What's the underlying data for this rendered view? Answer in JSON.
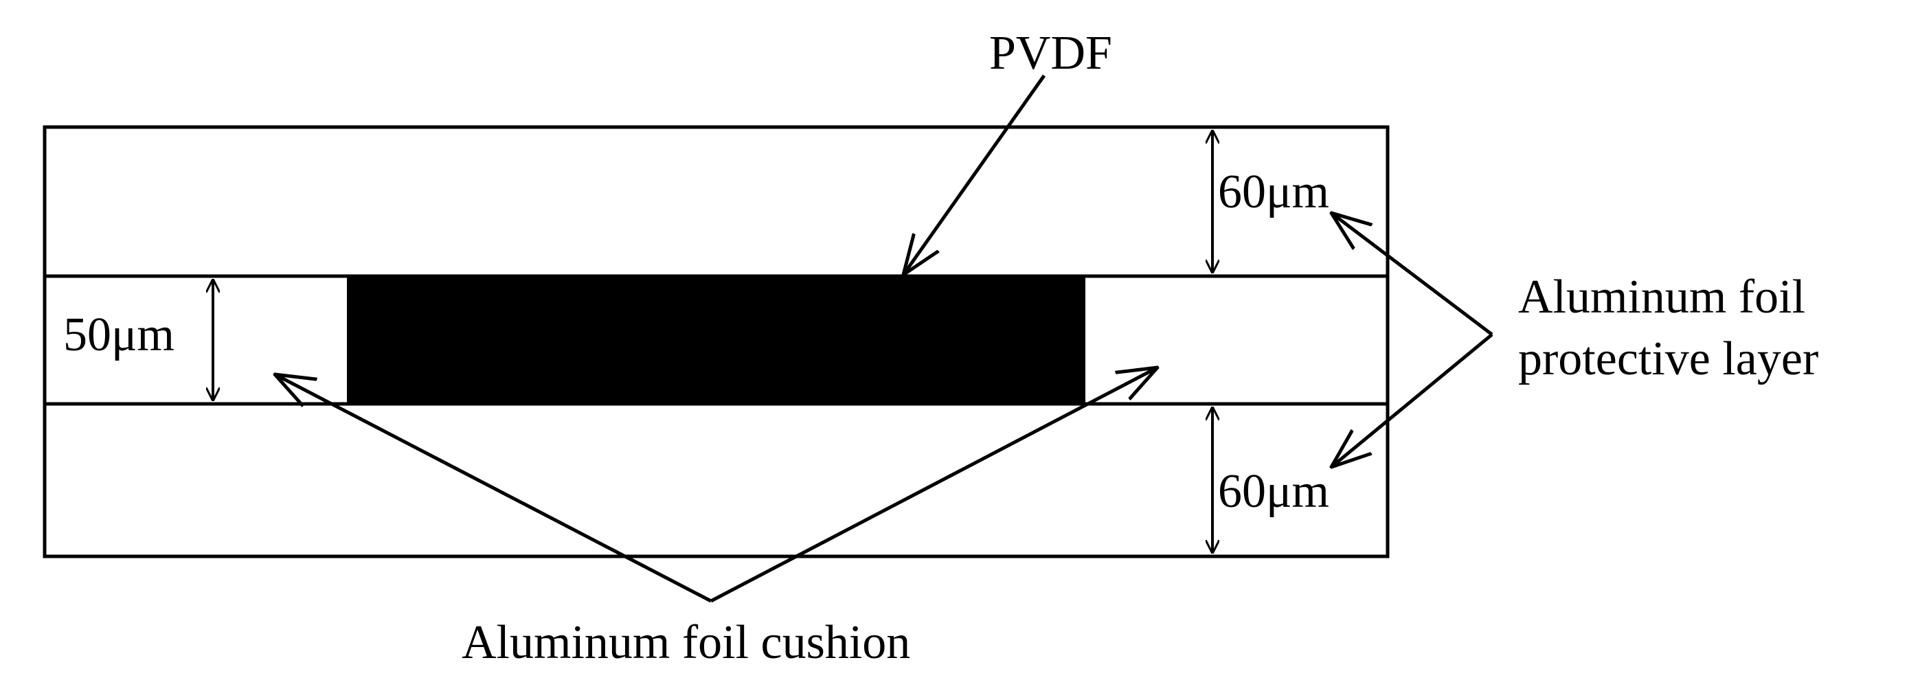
{
  "labels": {
    "pvdf": "PVDF",
    "top_thickness": "60μm",
    "middle_thickness": "50μm",
    "bottom_thickness": "60μm",
    "protective_line1": "Aluminum foil",
    "protective_line2": "protective layer",
    "cushion": "Aluminum foil cushion"
  },
  "colors": {
    "line": "#000000",
    "pvdf_fill": "#000000",
    "background": "#ffffff"
  }
}
